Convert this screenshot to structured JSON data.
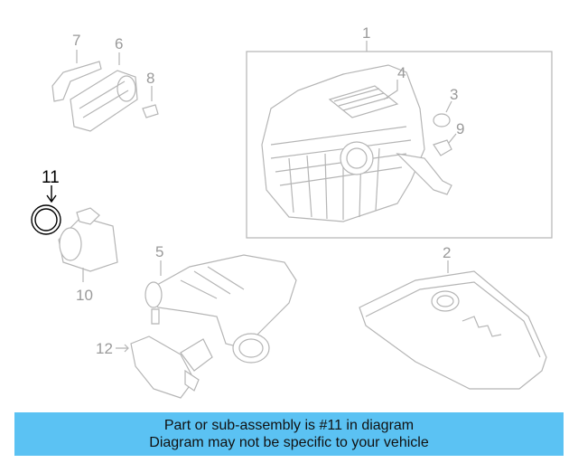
{
  "diagram": {
    "callouts": [
      "1",
      "2",
      "3",
      "4",
      "5",
      "6",
      "7",
      "8",
      "9",
      "10",
      "11",
      "12"
    ],
    "highlight": "11"
  },
  "banner": {
    "line1": "Part or sub-assembly is #11 in diagram",
    "line2": "Diagram may not be specific to your vehicle"
  },
  "colors": {
    "banner": "#5bc2f3",
    "part_lines": "#b5b5b5",
    "highlight": "#000000"
  }
}
